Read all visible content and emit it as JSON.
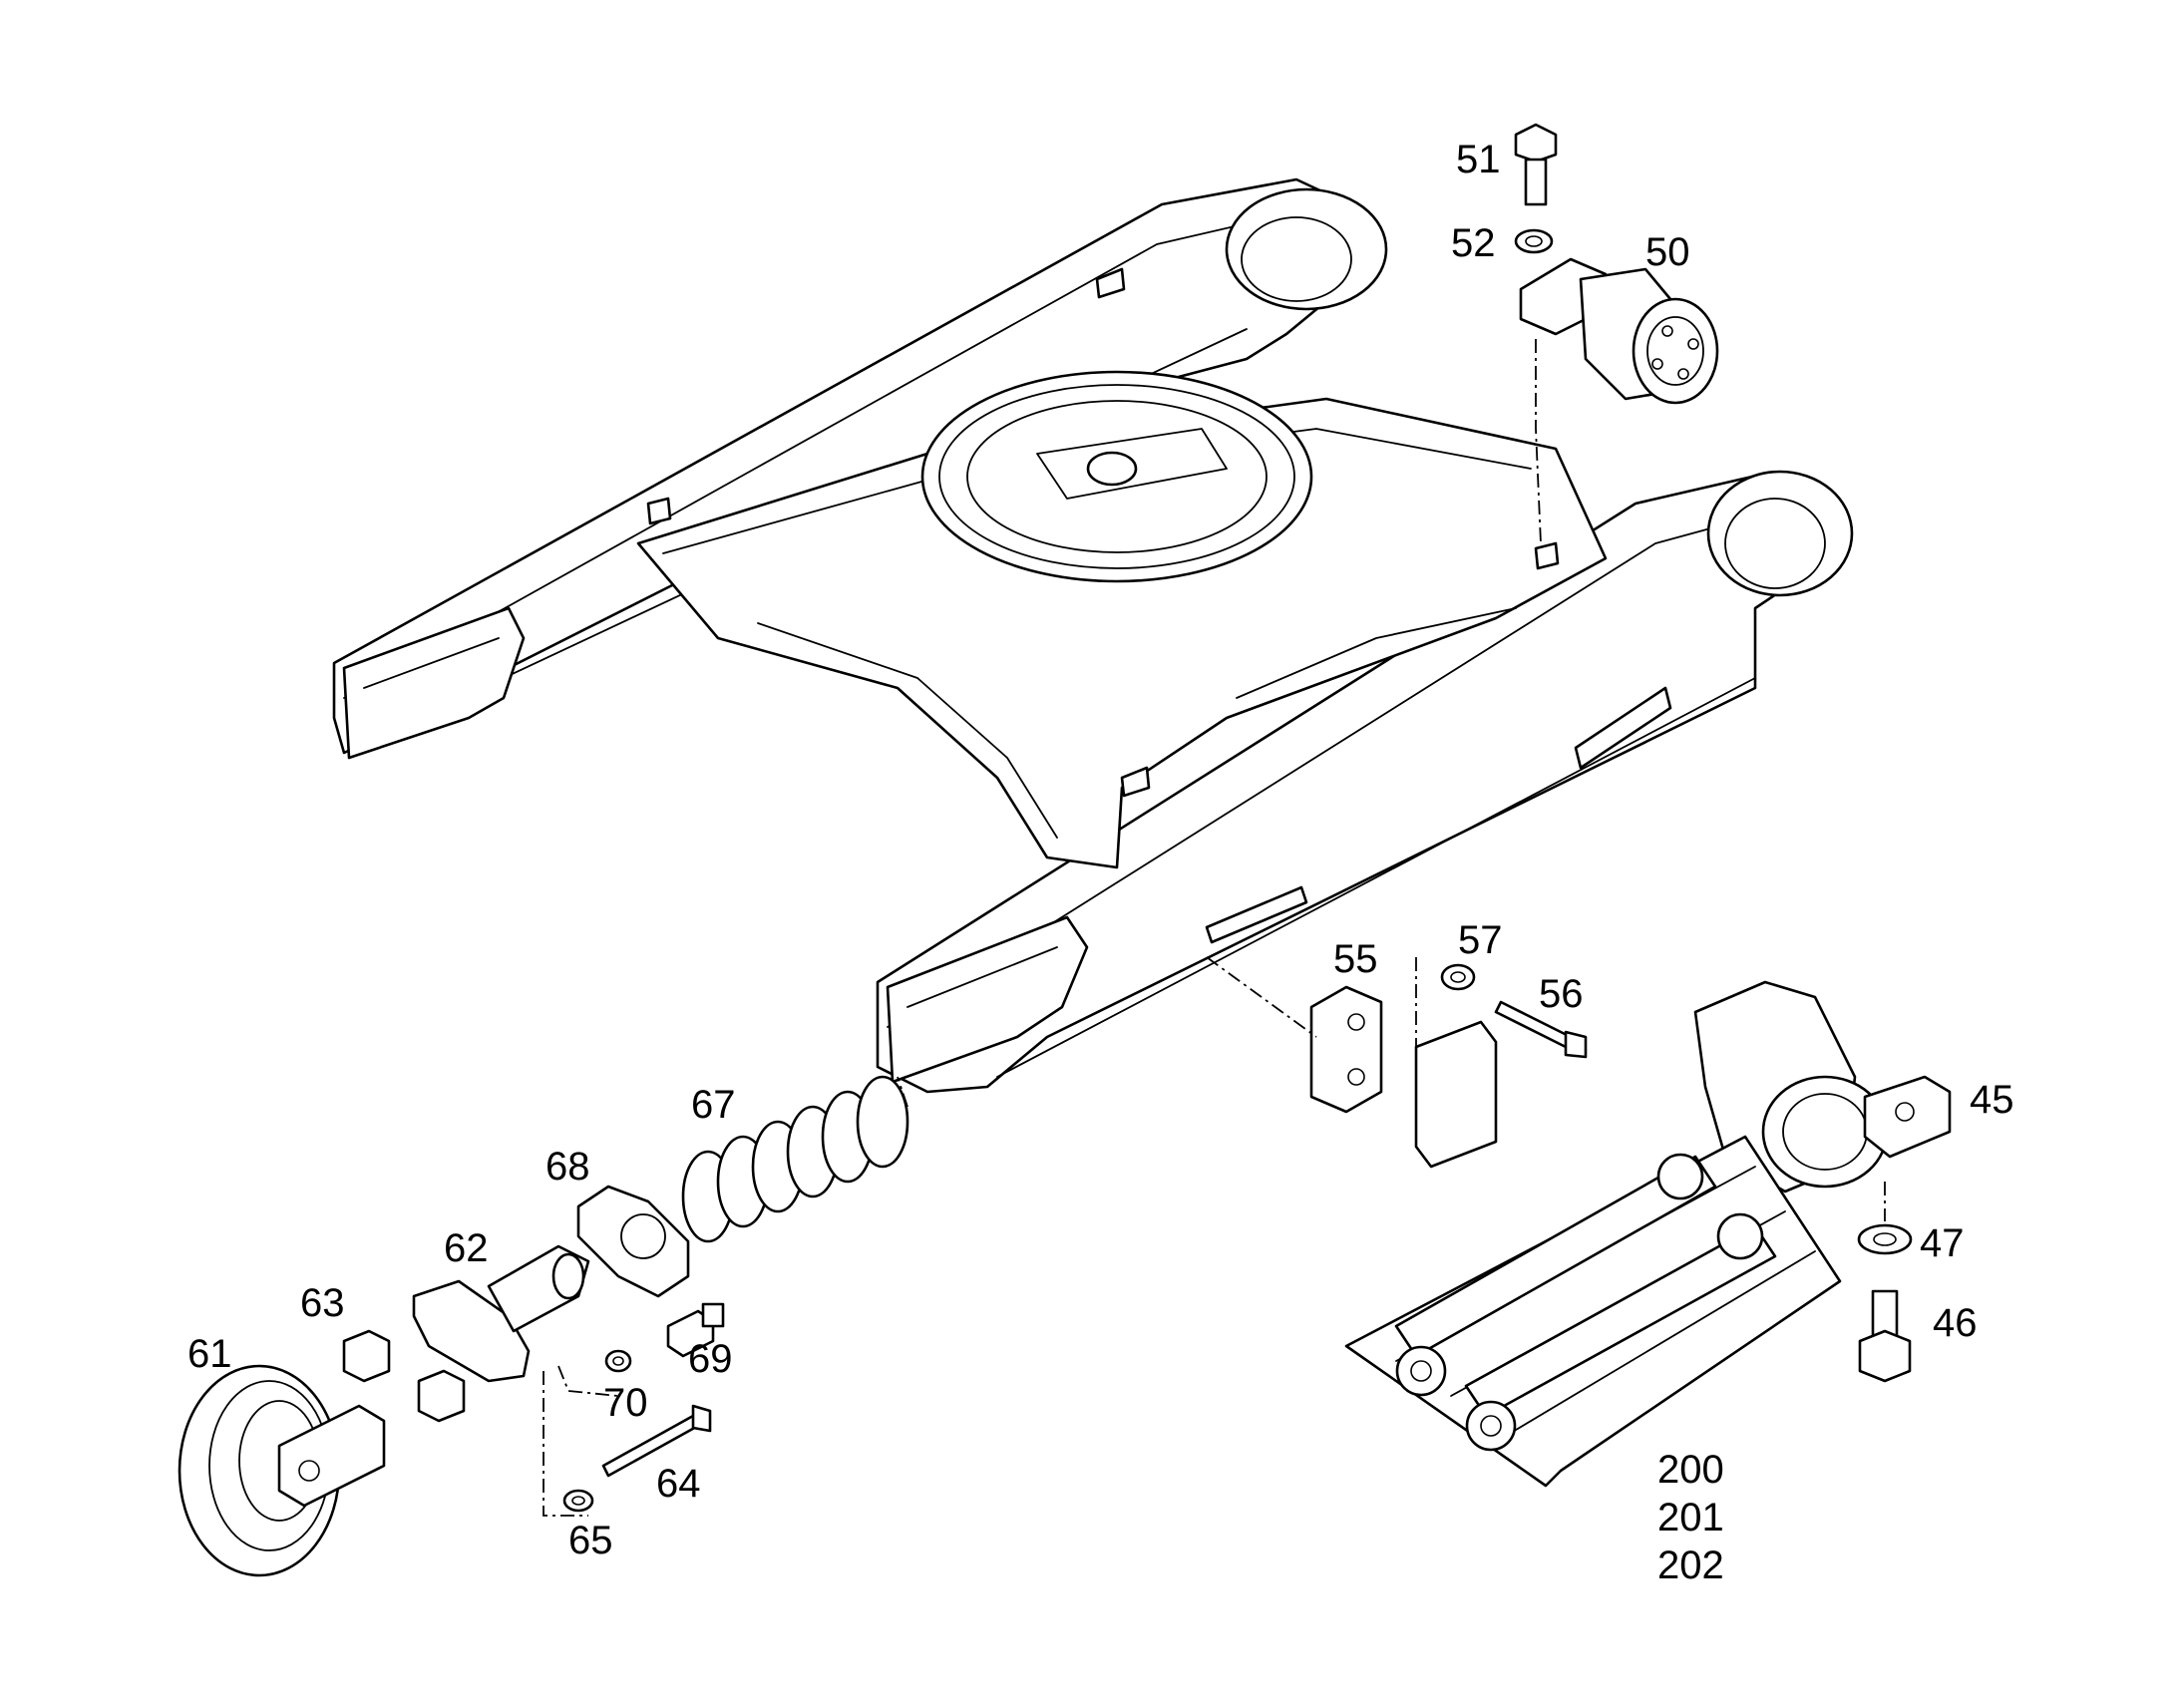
{
  "callouts": {
    "c50": "50",
    "c51": "51",
    "c52": "52",
    "c55": "55",
    "c56": "56",
    "c57": "57",
    "c45": "45",
    "c46": "46",
    "c47": "47",
    "c61": "61",
    "c62": "62",
    "c63": "63",
    "c64": "64",
    "c65": "65",
    "c67": "67",
    "c68": "68",
    "c69": "69",
    "c70": "70",
    "track_codes": [
      "200",
      "201",
      "202"
    ]
  }
}
